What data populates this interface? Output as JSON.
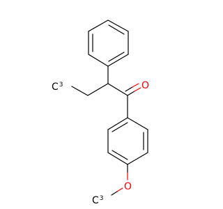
{
  "molecule": {
    "atoms": {
      "methyl_terminal": {
        "element": "C",
        "hydrogens": "3"
      },
      "carbonyl_oxygen": {
        "element": "O"
      },
      "ether_oxygen": {
        "element": "O"
      },
      "methoxy_carbon": {
        "element": "C",
        "hydrogens": "3"
      }
    }
  },
  "colors": {
    "bond": "#000000",
    "oxygen": "#ff0000",
    "background": "#ffffff"
  }
}
